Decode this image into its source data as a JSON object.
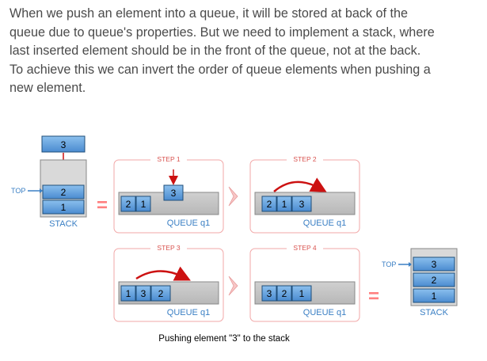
{
  "paragraph": {
    "lines": [
      "When we push an element into a queue, it will be stored at back of the",
      "queue due to queue's properties. But we need to implement a stack, where",
      "last inserted element should be in the front of the queue, not at the back.",
      "To achieve this we can invert the order of queue elements when pushing a",
      "new element."
    ]
  },
  "colors": {
    "cell_fill": "#5b9bd8",
    "cell_stroke": "#1f4e79",
    "blue_text": "#3a7fc4",
    "step_border": "#f2a7a7",
    "step_text": "#d9534f",
    "arrow_red": "#cc1111",
    "equals": "#ff8080",
    "chevron": "#f7c7c7",
    "queue_gray": "#c2c2c2"
  },
  "diagram": {
    "caption": "Pushing element \"3\" to the stack",
    "equals_sign": "=",
    "initial_stack": {
      "incoming": "3",
      "top_label": "TOP",
      "cells": [
        "2",
        "1"
      ],
      "label": "STACK"
    },
    "step1": {
      "title": "STEP 1",
      "queue_cells": [
        "2",
        "1"
      ],
      "incoming": "3",
      "queue_label": "QUEUE q1"
    },
    "step2": {
      "title": "STEP 2",
      "queue_cells": [
        "2",
        "1",
        "3"
      ],
      "queue_label": "QUEUE q1"
    },
    "step3": {
      "title": "STEP 3",
      "queue_cells": [
        "1",
        "3",
        "2"
      ],
      "queue_label": "QUEUE q1"
    },
    "step4": {
      "title": "STEP 4",
      "queue_cells": [
        "3",
        "2",
        "1"
      ],
      "queue_label": "QUEUE q1"
    },
    "final_stack": {
      "top_label": "TOP",
      "cells": [
        "3",
        "2",
        "1"
      ],
      "label": "STACK"
    }
  }
}
